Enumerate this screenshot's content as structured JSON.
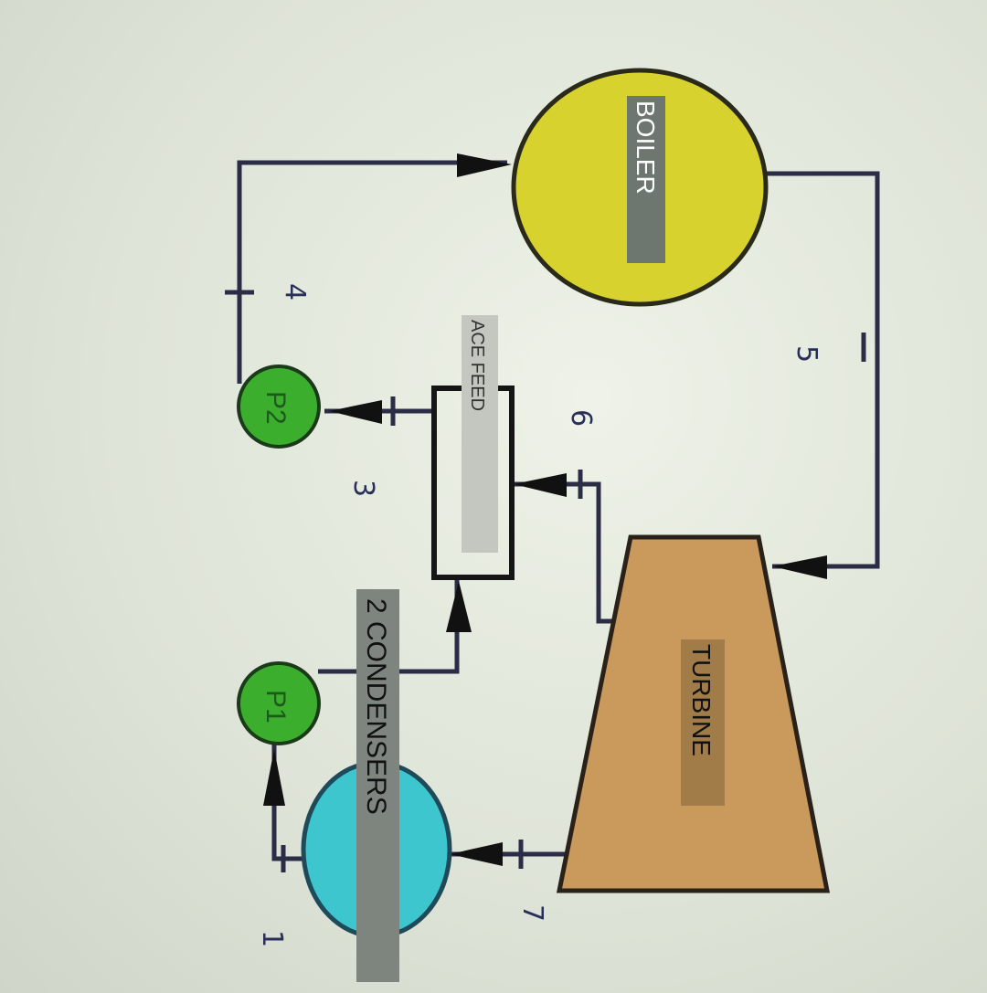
{
  "components": {
    "boiler": {
      "label": "BOILER",
      "color": "#d8d22e"
    },
    "turbine": {
      "label": "TURBINE",
      "color": "#c99a5c"
    },
    "feed_heater": {
      "label": "ACE FEED"
    },
    "condenser": {
      "label": "2 CONDENSERS",
      "color": "#3ec6cf"
    },
    "pump1": {
      "label": "P1",
      "color": "#3cae2e"
    },
    "pump2": {
      "label": "P2",
      "color": "#3cae2e"
    }
  },
  "state_points": [
    "1",
    "3",
    "4",
    "5",
    "6",
    "7"
  ]
}
